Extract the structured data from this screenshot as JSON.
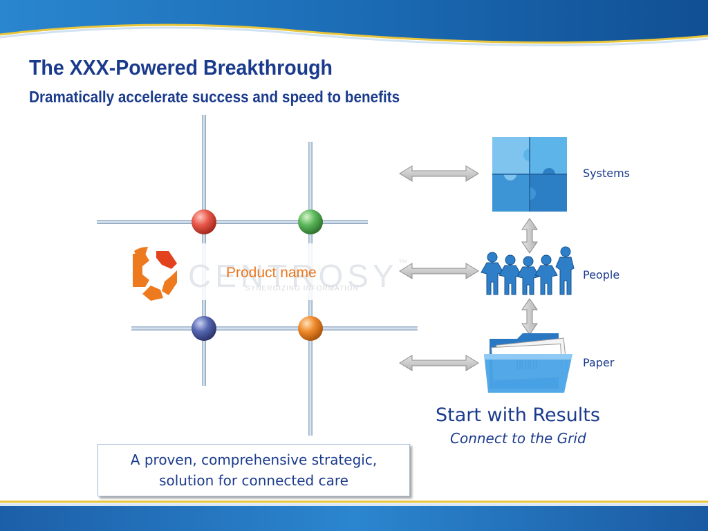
{
  "slide": {
    "title": "The XXX-Powered Breakthrough",
    "subtitle": "Dramatically accelerate success and speed to benefits"
  },
  "logo": {
    "wordmark": "CENTROSY",
    "trademark": "™",
    "tagline": "SYNERGIZING INFORMATION",
    "product_label": "Product name"
  },
  "nodes": {
    "top_left_color": "#e84c3d",
    "top_right_color": "#4cae4c",
    "bottom_left_color": "#4a5aa8",
    "bottom_right_color": "#ef7f1a"
  },
  "items": [
    {
      "label": "Systems",
      "icon": "puzzle-icon"
    },
    {
      "label": "People",
      "icon": "people-chain-icon"
    },
    {
      "label": "Paper",
      "icon": "folder-documents-icon"
    }
  ],
  "results": {
    "title": "Start with Results",
    "subtitle": "Connect to the Grid"
  },
  "callout": {
    "line1": "A proven, comprehensive strategic,",
    "line2": "solution for connected care"
  },
  "colors": {
    "brand_blue": "#1a3a8c",
    "accent_orange": "#e8771f",
    "banner_blue": "#1f6fb8",
    "gold_stripe": "#e8c53a"
  }
}
